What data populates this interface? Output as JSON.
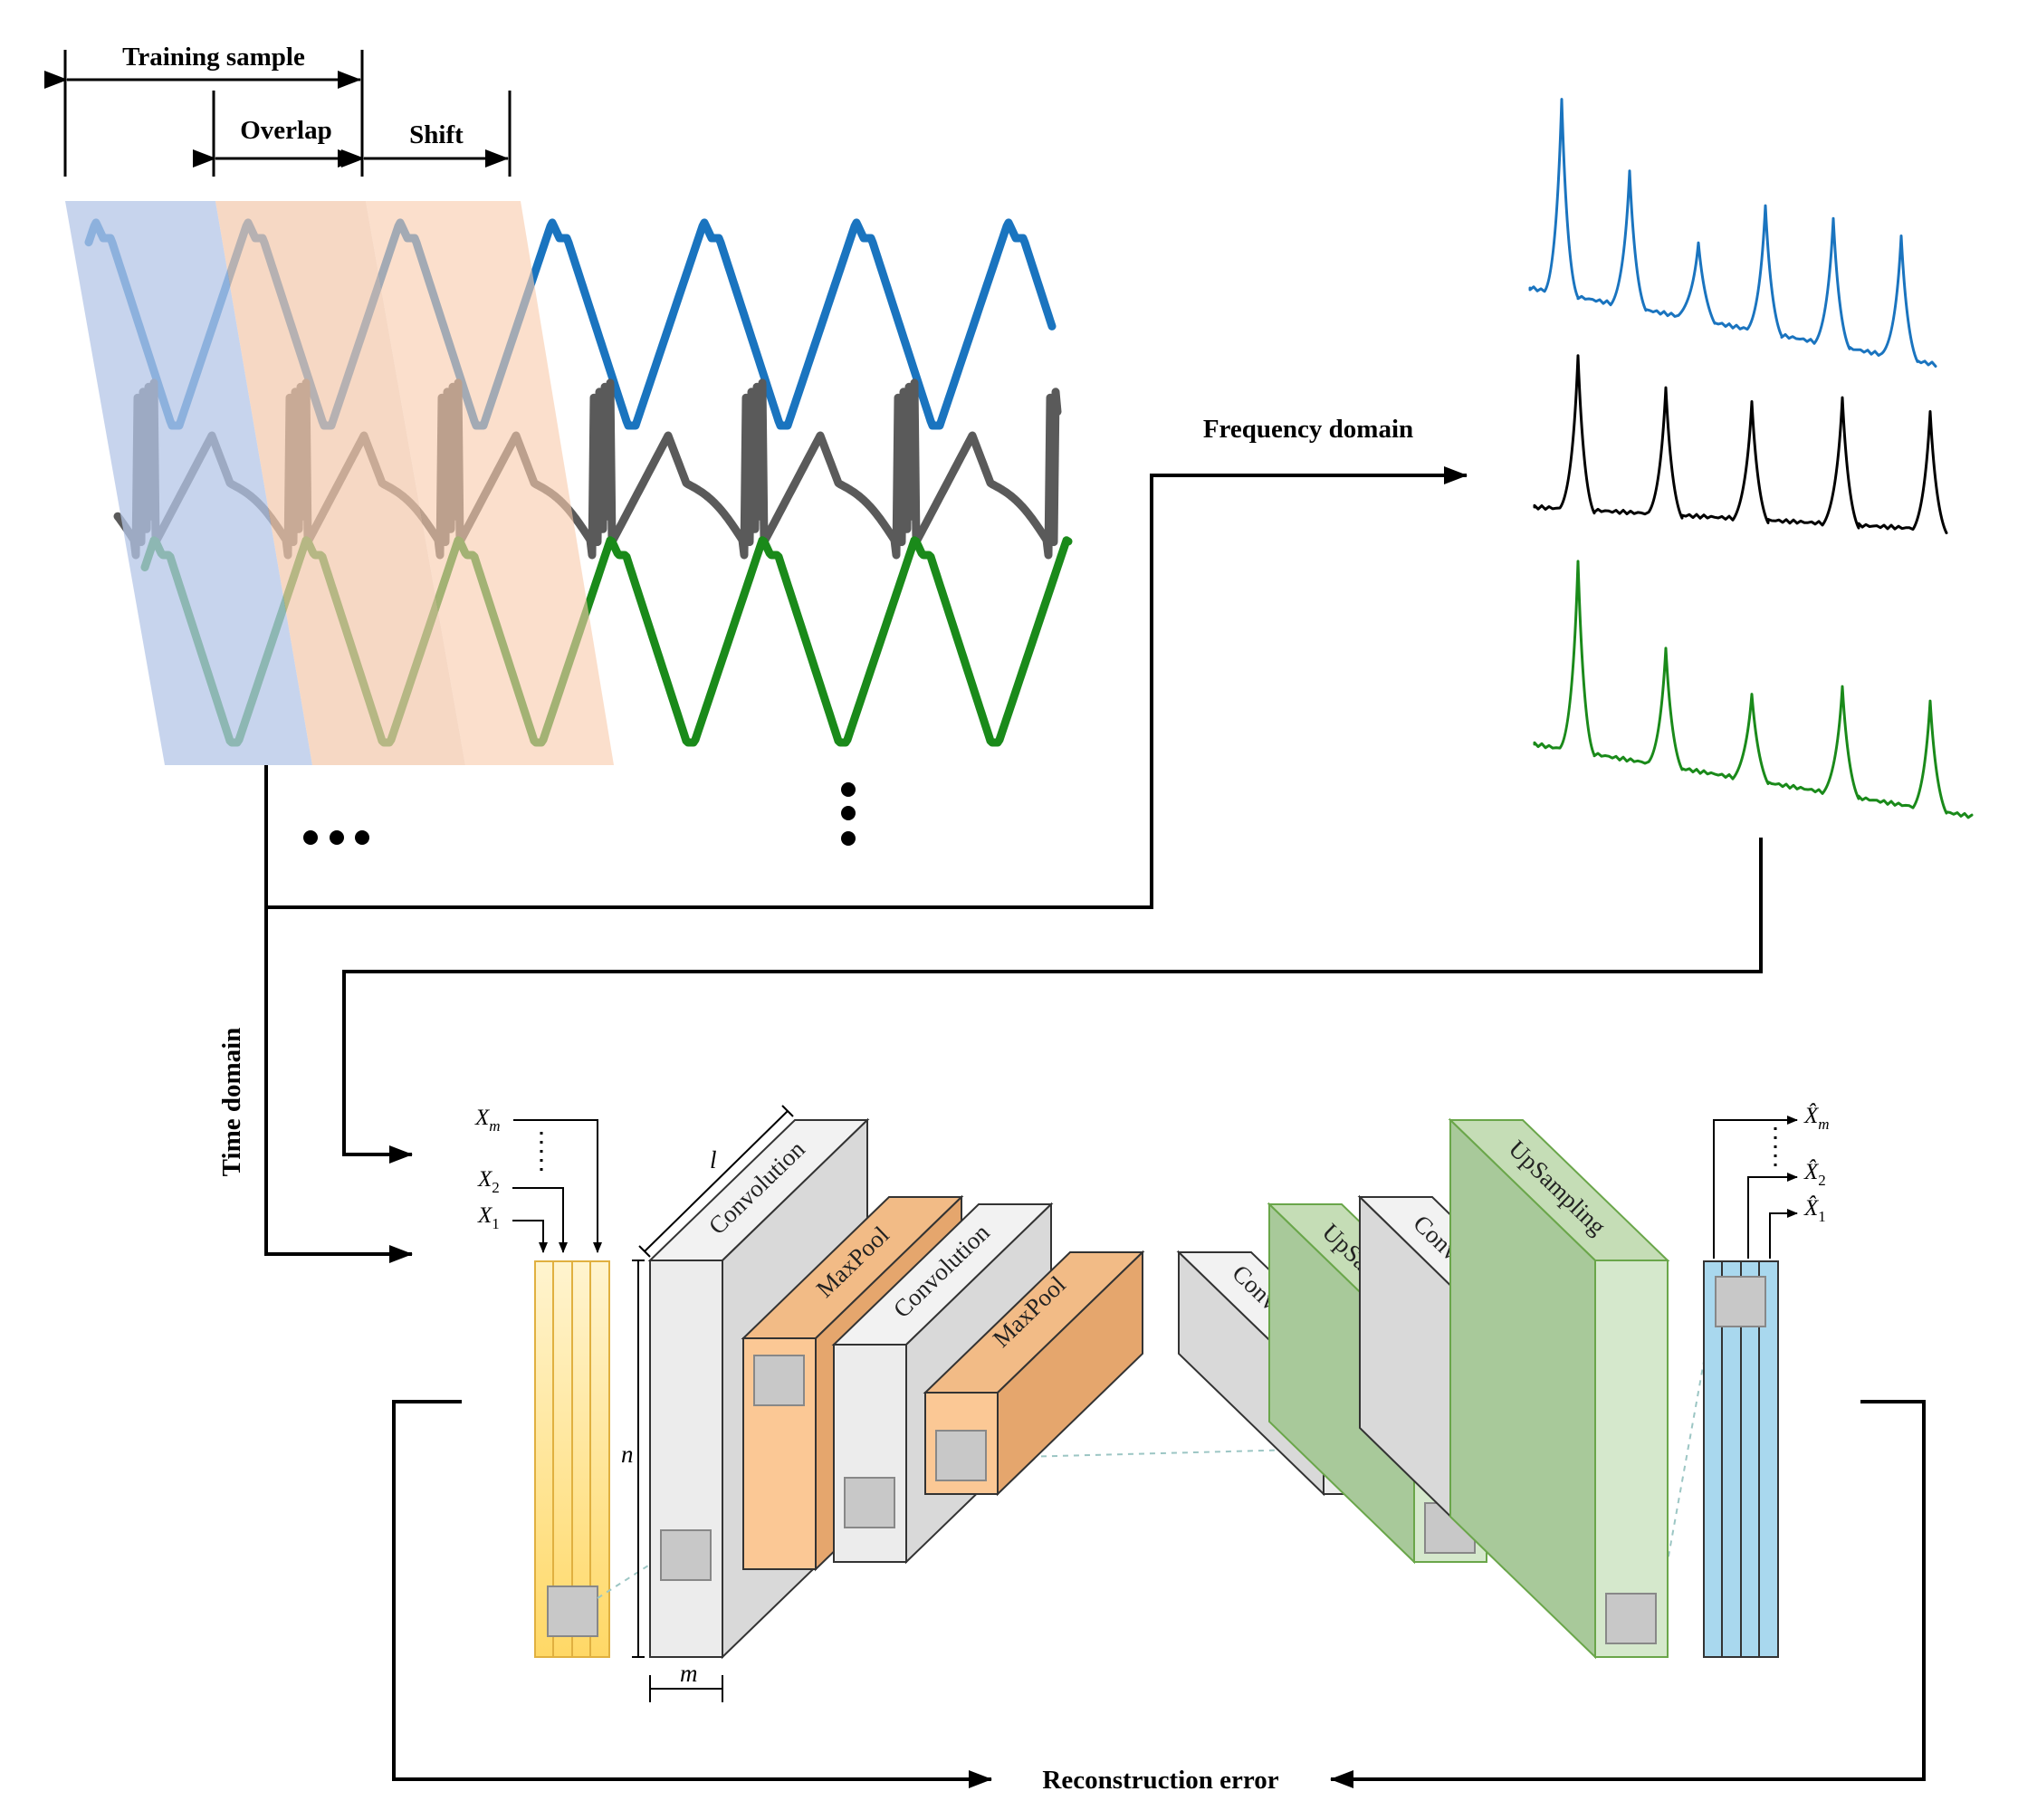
{
  "labels": {
    "training_sample": "Training sample",
    "overlap": "Overlap",
    "shift": "Shift",
    "frequency_domain": "Frequency domain",
    "time_domain": "Time domain",
    "reconstruction_error": "Reconstruction error",
    "dim_l": "l",
    "dim_n": "n",
    "dim_m": "m"
  },
  "inputs": [
    "X",
    "X",
    "X"
  ],
  "input_subscripts": [
    "m",
    "2",
    "1"
  ],
  "outputs": [
    "X̂",
    "X̂",
    "X̂"
  ],
  "output_subscripts": [
    "m",
    "2",
    "1"
  ],
  "encoder_layers": [
    "Convolution",
    "MaxPool",
    "Convolution",
    "MaxPool"
  ],
  "decoder_layers": [
    "Convolution",
    "UpSampling",
    "Convolution",
    "UpSampling"
  ],
  "colors": {
    "signal_blue": "#1a74bf",
    "signal_gray": "#5a5a5a",
    "signal_green": "#1a8a1a",
    "window_blue": "#b4c6e7",
    "window_orange": "#f8cbad",
    "conv_fill": "#e8e8e8",
    "maxpool_fill": "#f0b27a",
    "upsampling_fill": "#cfe3c4",
    "input_fill": "#ffe699",
    "output_fill": "#a9d8ee"
  }
}
